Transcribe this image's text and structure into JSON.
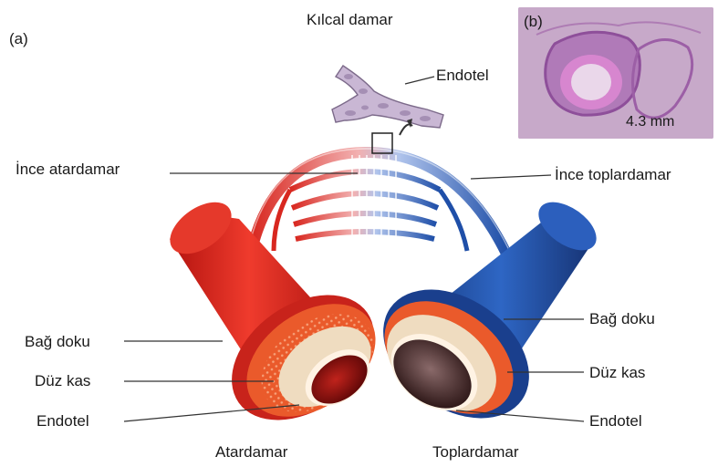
{
  "panel_a": {
    "tag": "(a)"
  },
  "panel_b": {
    "tag": "(b)",
    "scale": "4.3 mm"
  },
  "labels": {
    "capillary": "Kılcal damar",
    "capillary_endothelium": "Endotel",
    "arteriole": "İnce atardamar",
    "venule": "İnce toplardamar",
    "artery_connective": "Bağ doku",
    "artery_muscle": "Düz kas",
    "artery_endothelium": "Endotel",
    "vein_connective": "Bağ doku",
    "vein_muscle": "Düz kas",
    "vein_endothelium": "Endotel",
    "artery": "Atardamar",
    "vein": "Toplardamar"
  },
  "colors": {
    "artery_red": "#d8271f",
    "vein_blue": "#1f4fa8",
    "muscle_orange": "#ea5a2b",
    "endothelium_cream": "#efdcc0",
    "histology_purple": "#c7a9c9"
  }
}
